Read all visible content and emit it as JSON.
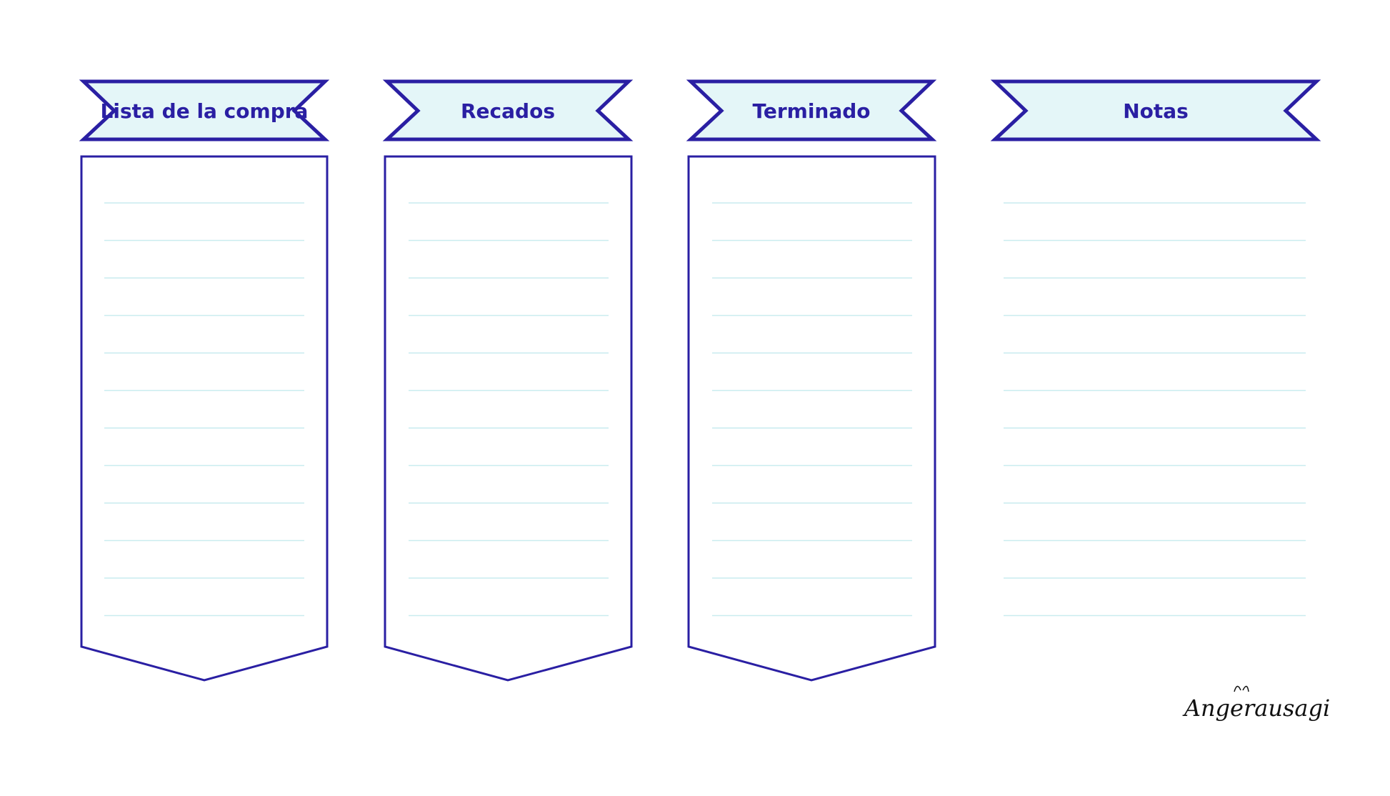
{
  "colors": {
    "outline": "#2a1fa3",
    "banner_fill": "#e4f6f8",
    "rule_line": "#c9ecef",
    "background": "#ffffff"
  },
  "columns": [
    {
      "title": "Lista de la compra",
      "bordered": true,
      "line_count": 12
    },
    {
      "title": "Recados",
      "bordered": true,
      "line_count": 12
    },
    {
      "title": "Terminado",
      "bordered": true,
      "line_count": 12
    },
    {
      "title": "Notas",
      "bordered": false,
      "line_count": 12
    }
  ],
  "signature": "Angerausagi"
}
